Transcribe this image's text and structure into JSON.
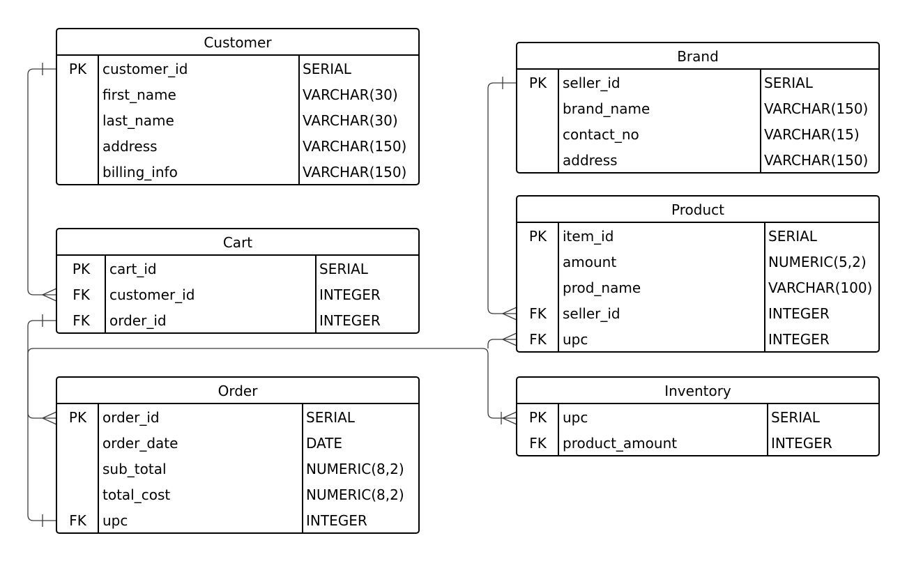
{
  "diagram": {
    "entities": {
      "customer": {
        "title": "Customer",
        "rows": [
          {
            "key": "PK",
            "name": "customer_id",
            "type": "SERIAL"
          },
          {
            "key": "",
            "name": "first_name",
            "type": "VARCHAR(30)"
          },
          {
            "key": "",
            "name": "last_name",
            "type": "VARCHAR(30)"
          },
          {
            "key": "",
            "name": "address",
            "type": "VARCHAR(150)"
          },
          {
            "key": "",
            "name": "billing_info",
            "type": "VARCHAR(150)"
          }
        ]
      },
      "cart": {
        "title": "Cart",
        "rows": [
          {
            "key": "PK",
            "name": "cart_id",
            "type": "SERIAL"
          },
          {
            "key": "FK",
            "name": "customer_id",
            "type": "INTEGER"
          },
          {
            "key": "FK",
            "name": "order_id",
            "type": "INTEGER"
          }
        ]
      },
      "order": {
        "title": "Order",
        "rows": [
          {
            "key": "PK",
            "name": "order_id",
            "type": "SERIAL"
          },
          {
            "key": "",
            "name": "order_date",
            "type": "DATE"
          },
          {
            "key": "",
            "name": "sub_total",
            "type": "NUMERIC(8,2)"
          },
          {
            "key": "",
            "name": "total_cost",
            "type": "NUMERIC(8,2)"
          },
          {
            "key": "FK",
            "name": "upc",
            "type": "INTEGER"
          }
        ]
      },
      "brand": {
        "title": "Brand",
        "rows": [
          {
            "key": "PK",
            "name": "seller_id",
            "type": "SERIAL"
          },
          {
            "key": "",
            "name": "brand_name",
            "type": "VARCHAR(150)"
          },
          {
            "key": "",
            "name": "contact_no",
            "type": "VARCHAR(15)"
          },
          {
            "key": "",
            "name": "address",
            "type": "VARCHAR(150)"
          }
        ]
      },
      "product": {
        "title": "Product",
        "rows": [
          {
            "key": "PK",
            "name": "item_id",
            "type": "SERIAL"
          },
          {
            "key": "",
            "name": "amount",
            "type": "NUMERIC(5,2)"
          },
          {
            "key": "",
            "name": "prod_name",
            "type": "VARCHAR(100)"
          },
          {
            "key": "FK",
            "name": "seller_id",
            "type": "INTEGER"
          },
          {
            "key": "FK",
            "name": "upc",
            "type": "INTEGER"
          }
        ]
      },
      "inventory": {
        "title": "Inventory",
        "rows": [
          {
            "key": "PK",
            "name": "upc",
            "type": "SERIAL"
          },
          {
            "key": "FK",
            "name": "product_amount",
            "type": "INTEGER"
          }
        ]
      }
    },
    "relationships": [
      {
        "from": "customer.customer_id",
        "to": "cart.customer_id",
        "from_end": "one",
        "to_end": "many"
      },
      {
        "from": "cart.order_id",
        "to": "order.order_id",
        "from_end": "one",
        "to_end": "many"
      },
      {
        "from": "order.upc",
        "to": "inventory.upc",
        "from_end": "one",
        "to_end": "one-or-many"
      },
      {
        "from": "brand.seller_id",
        "to": "product.seller_id",
        "from_end": "one",
        "to_end": "many"
      },
      {
        "from": "inventory.upc",
        "to": "product.upc",
        "from_end": "one-or-many",
        "to_end": "many"
      }
    ]
  }
}
